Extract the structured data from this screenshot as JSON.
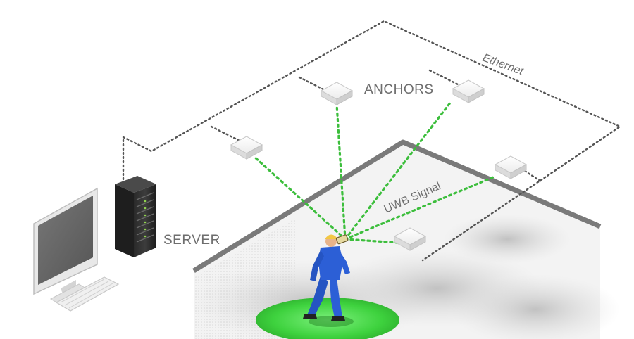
{
  "labels": {
    "anchors": "ANCHORS",
    "server": "SERVER",
    "ethernet": "Ethernet",
    "uwb_signal": "UWB Signal"
  },
  "colors": {
    "ethernet_line": "#555555",
    "signal_line": "#3cbe3c",
    "floor_edge": "#7a7a7a",
    "person_suit": "#2c5fd6",
    "floor_spot": "#3ed23e",
    "label_text": "#6e6e6e"
  },
  "icons": {
    "server": "server-tower-icon",
    "computer": "desktop-computer-icon",
    "anchor": "uwb-anchor-icon",
    "person": "worker-with-tag-icon",
    "tag": "uwb-tag-icon"
  }
}
